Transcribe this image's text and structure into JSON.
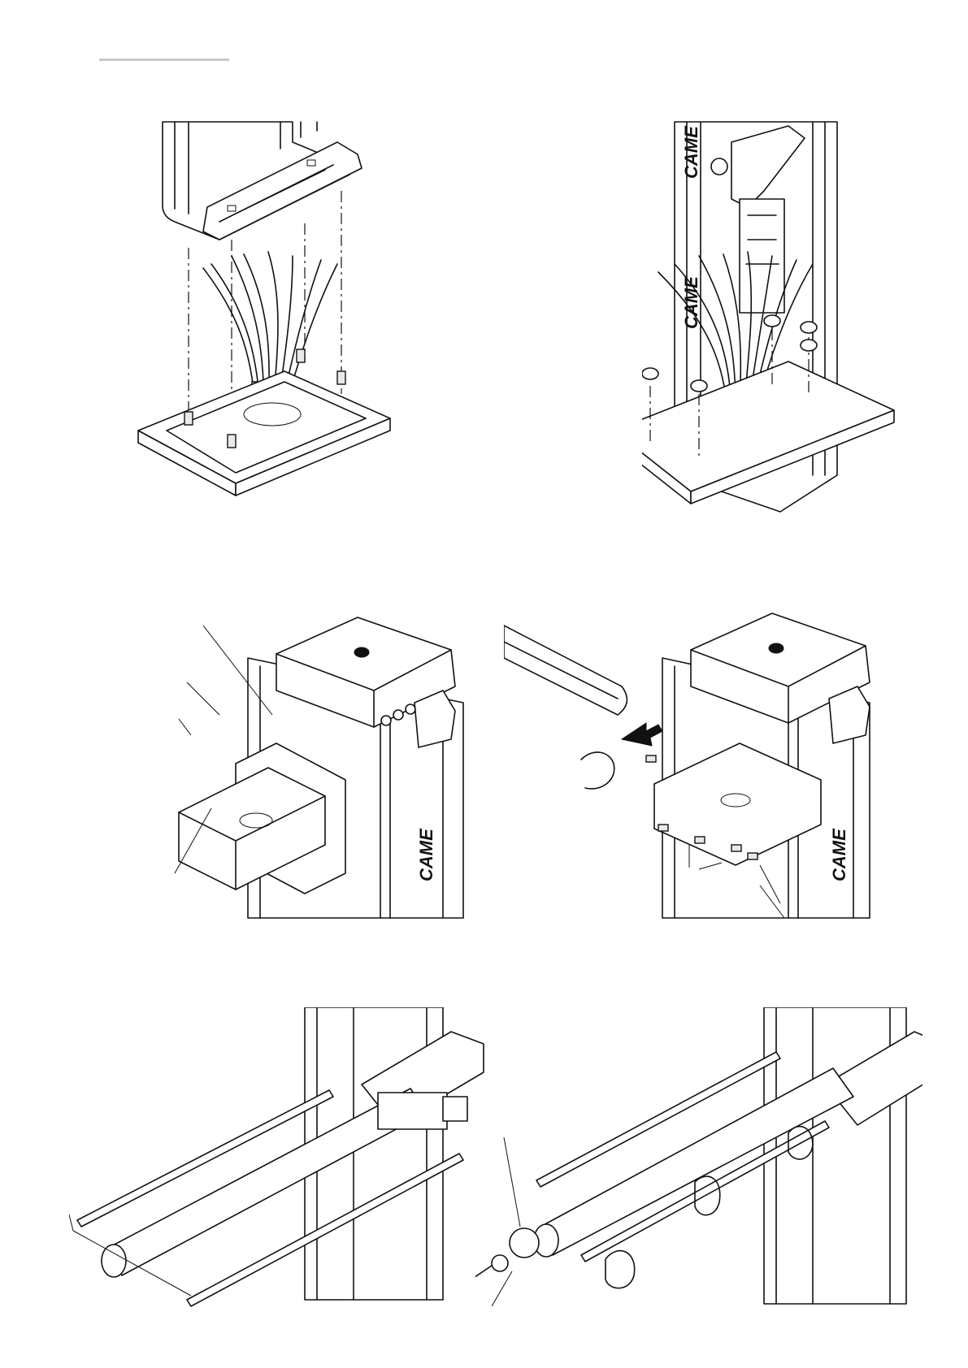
{
  "header": {
    "rule_color": "#c8c8c8"
  },
  "brand": {
    "logo_text": "CAME"
  },
  "figures": [
    {
      "id": "fig-1",
      "icon": "column-over-base-plate-with-cables"
    },
    {
      "id": "fig-2",
      "icon": "column-fixed-with-nuts-and-washers"
    },
    {
      "id": "fig-3",
      "icon": "boom-holder-plate-and-cover"
    },
    {
      "id": "fig-4",
      "icon": "boom-insertion-and-screws"
    },
    {
      "id": "fig-5",
      "icon": "boom-profiles-and-light-unit"
    },
    {
      "id": "fig-6",
      "icon": "boom-profile-fitting-and-cap"
    }
  ]
}
